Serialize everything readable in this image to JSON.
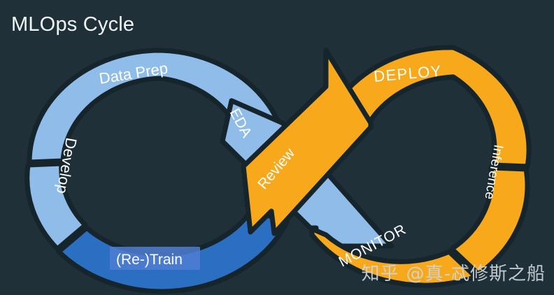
{
  "page": {
    "title": "MLOps Cycle",
    "background_color": "#1f3039"
  },
  "colors": {
    "background": "#1f3039",
    "light_blue": "#8fbce8",
    "dark_blue": "#2a6fc2",
    "orange": "#f7a81b",
    "outline": "#16242b",
    "text": "#ffffff",
    "highlight_box": "#4f7fd4"
  },
  "diagram": {
    "type": "infinity-loop-cycle",
    "left_loop": {
      "name": "development-loop",
      "color": "#8fbce8",
      "segments": [
        {
          "id": "data-prep",
          "label": "Data Prep",
          "color": "#8fbce8",
          "position": "top"
        },
        {
          "id": "develop",
          "label": "Develop",
          "color": "#8fbce8",
          "position": "left"
        },
        {
          "id": "re-train",
          "label": "(Re-)Train",
          "color": "#2a6fc2",
          "position": "bottom",
          "highlighted": true
        },
        {
          "id": "eda",
          "label": "EDA",
          "color": "#8fbce8",
          "position": "right-upper"
        }
      ]
    },
    "right_loop": {
      "name": "operations-loop",
      "color": "#f7a81b",
      "segments": [
        {
          "id": "deploy",
          "label": "DEPLOY",
          "color": "#f7a81b",
          "position": "top"
        },
        {
          "id": "inference",
          "label": "Inference",
          "color": "#f7a81b",
          "position": "right"
        },
        {
          "id": "monitor",
          "label": "MONITOR",
          "color": "#f7a81b",
          "position": "bottom"
        },
        {
          "id": "review",
          "label": "Review",
          "color": "#f7a81b",
          "position": "center-diagonal"
        }
      ]
    }
  },
  "watermark": {
    "logo": "知乎",
    "handle": "@真-忒修斯之船"
  }
}
